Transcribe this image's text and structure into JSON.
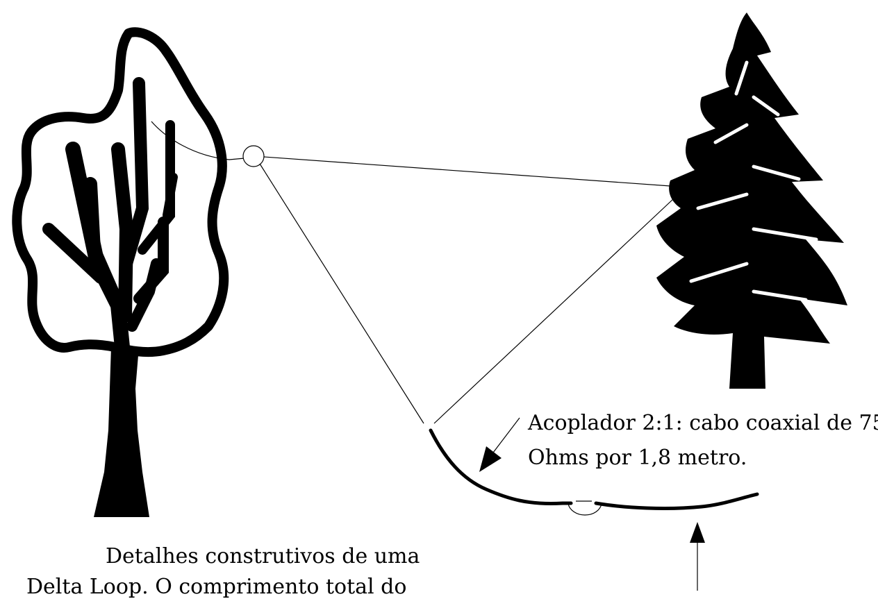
{
  "coupler_note": {
    "line1": "Acoplador 2:1: cabo coaxial de 75",
    "line2": "Ohms por 1,8 metro."
  },
  "caption": {
    "line1": "Detalhes construtivos de uma",
    "line2": "Delta Loop. O comprimento total do"
  },
  "colors": {
    "ink": "#000000",
    "background": "#ffffff"
  }
}
